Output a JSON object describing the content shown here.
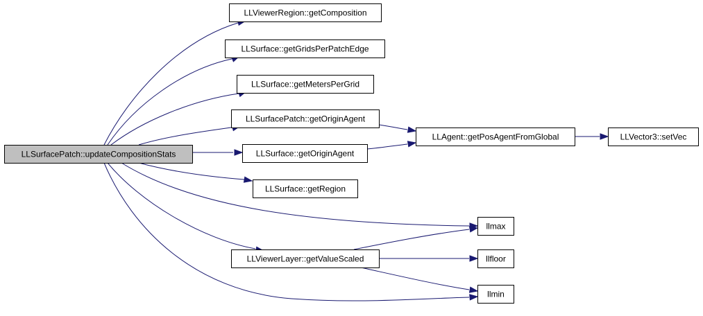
{
  "graph": {
    "edge_color": "#191970",
    "root_fill": "#bfbfbf",
    "nodes": [
      {
        "id": "root",
        "label": "LLSurfacePatch::updateCompositionStats",
        "root": true
      },
      {
        "id": "getComposition",
        "label": "LLViewerRegion::getComposition"
      },
      {
        "id": "getGridsPerPatchEdge",
        "label": "LLSurface::getGridsPerPatchEdge"
      },
      {
        "id": "getMetersPerGrid",
        "label": "LLSurface::getMetersPerGrid"
      },
      {
        "id": "patchGetOriginAgent",
        "label": "LLSurfacePatch::getOriginAgent"
      },
      {
        "id": "surfGetOriginAgent",
        "label": "LLSurface::getOriginAgent"
      },
      {
        "id": "getRegion",
        "label": "LLSurface::getRegion"
      },
      {
        "id": "getPosAgentFromGlobal",
        "label": "LLAgent::getPosAgentFromGlobal"
      },
      {
        "id": "setVec",
        "label": "LLVector3::setVec"
      },
      {
        "id": "getValueScaled",
        "label": "LLViewerLayer::getValueScaled"
      },
      {
        "id": "llmax",
        "label": "llmax"
      },
      {
        "id": "llfloor",
        "label": "llfloor"
      },
      {
        "id": "llmin",
        "label": "llmin"
      }
    ],
    "edges": [
      {
        "from": "root",
        "to": "getComposition"
      },
      {
        "from": "root",
        "to": "getGridsPerPatchEdge"
      },
      {
        "from": "root",
        "to": "getMetersPerGrid"
      },
      {
        "from": "root",
        "to": "patchGetOriginAgent"
      },
      {
        "from": "root",
        "to": "surfGetOriginAgent"
      },
      {
        "from": "root",
        "to": "getRegion"
      },
      {
        "from": "root",
        "to": "llmax"
      },
      {
        "from": "root",
        "to": "getValueScaled"
      },
      {
        "from": "root",
        "to": "llmin"
      },
      {
        "from": "patchGetOriginAgent",
        "to": "getPosAgentFromGlobal"
      },
      {
        "from": "surfGetOriginAgent",
        "to": "getPosAgentFromGlobal"
      },
      {
        "from": "getPosAgentFromGlobal",
        "to": "setVec"
      },
      {
        "from": "getValueScaled",
        "to": "llmax"
      },
      {
        "from": "getValueScaled",
        "to": "llfloor"
      },
      {
        "from": "getValueScaled",
        "to": "llmin"
      }
    ]
  }
}
